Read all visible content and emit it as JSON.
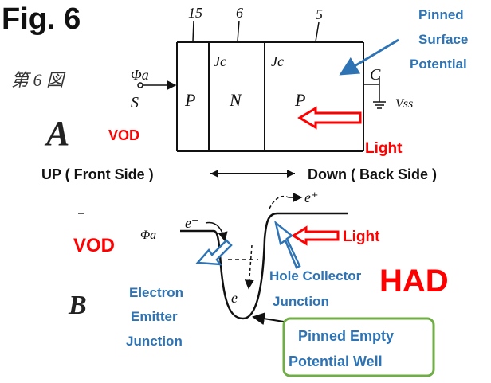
{
  "figure": {
    "title": "Fig. 6",
    "jp_label": "第 6 図",
    "panel_a": "A",
    "panel_b": "B"
  },
  "device": {
    "ref_15": "15",
    "ref_6": "6",
    "ref_5": "5",
    "ref_c": "C",
    "phi_a": "Φa",
    "s_label": "S",
    "region_p1": "P",
    "region_n": "N",
    "region_p2": "P",
    "jc1": "Jc",
    "jc2": "Jc",
    "vss": "Vss"
  },
  "annotations": {
    "pinned_surface": [
      "Pinned",
      "Surface",
      "Potential"
    ],
    "vod_a": "VOD",
    "light_a": "Light",
    "direction_left": "UP ( Front Side )",
    "direction_right": "Down ( Back Side )",
    "vod_b": "VOD",
    "phi_b": "Φa",
    "e_minus_1": "e⁻",
    "e_minus_2": "e⁻",
    "e_plus": "e⁺",
    "light_b": "Light",
    "had": "HAD",
    "electron_emitter": [
      "Electron",
      "Emitter",
      "Junction"
    ],
    "hole_collector": [
      "Hole Collector",
      "Junction"
    ],
    "pinned_well": [
      "Pinned Empty",
      "Potential Well"
    ]
  },
  "colors": {
    "red": "#ff0000",
    "blue": "#2e74b5",
    "green": "#70ad47",
    "ink": "#111111"
  }
}
